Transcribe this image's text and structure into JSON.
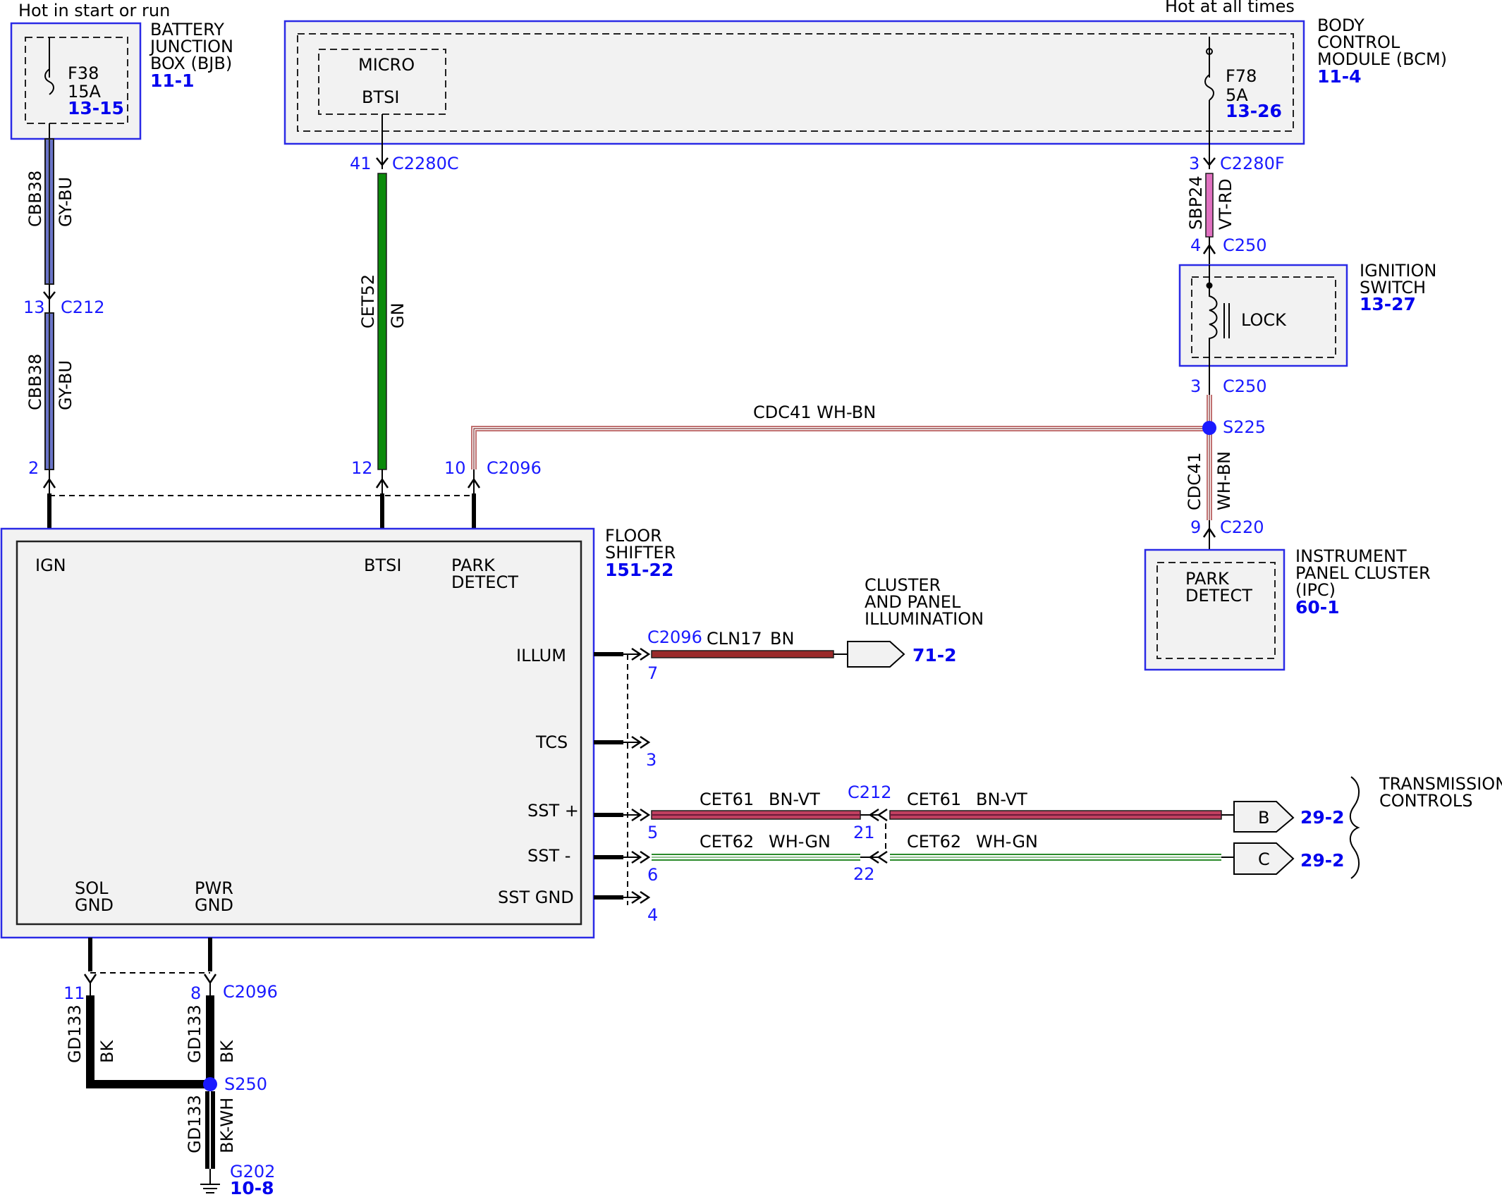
{
  "headers": {
    "hot_start_run": "Hot in start or run",
    "hot_all_times": "Hot at all times"
  },
  "bjb": {
    "name_line1": "BATTERY",
    "name_line2": "JUNCTION",
    "name_line3": "BOX (BJB)",
    "ref": "11-1",
    "fuse_id": "F38",
    "fuse_rating": "15A",
    "fuse_ref": "13-15"
  },
  "bcm": {
    "name_line1": "BODY",
    "name_line2": "CONTROL",
    "name_line3": "MODULE (BCM)",
    "ref": "11-4",
    "micro_label": "MICRO",
    "btsi_label": "BTSI",
    "fuse_id": "F78",
    "fuse_rating": "5A",
    "fuse_ref": "13-26"
  },
  "ignition_switch": {
    "name_line1": "IGNITION",
    "name_line2": "SWITCH",
    "ref": "13-27",
    "lock_label": "LOCK"
  },
  "ipc": {
    "name_line1": "INSTRUMENT",
    "name_line2": "PANEL CLUSTER",
    "name_line3": "(IPC)",
    "ref": "60-1",
    "park_line1": "PARK",
    "park_line2": "DETECT"
  },
  "floor_shifter": {
    "name_line1": "FLOOR",
    "name_line2": "SHIFTER",
    "ref": "151-22",
    "pins": {
      "ign": "IGN",
      "btsi": "BTSI",
      "park_line1": "PARK",
      "park_line2": "DETECT",
      "illum": "ILLUM",
      "tcs": "TCS",
      "sst_plus": "SST +",
      "sst_minus": "SST -",
      "sst_gnd": "SST GND",
      "sol_line1": "SOL",
      "sol_line2": "GND",
      "pwr_line1": "PWR",
      "pwr_line2": "GND"
    }
  },
  "wires": {
    "cbb38": "CBB38",
    "gy_bu": "GY-BU",
    "cet52": "CET52",
    "gn": "GN",
    "sbp24": "SBP24",
    "vt_rd": "VT-RD",
    "cdc41": "CDC41",
    "wh_bn": "WH-BN",
    "cdc41_full": "CDC41  WH-BN",
    "cln17": "CLN17",
    "bn": "BN",
    "cet61": "CET61",
    "bn_vt": "BN-VT",
    "cet62": "CET62",
    "wh_gn": "WH-GN",
    "gd133": "GD133",
    "bk": "BK",
    "bk_wh": "BK-WH"
  },
  "connectors": {
    "c2280c": "C2280C",
    "c2280f": "C2280F",
    "c212": "C212",
    "c250": "C250",
    "c2096": "C2096",
    "c220": "C220",
    "s225": "S225",
    "s250": "S250",
    "g202": "G202"
  },
  "pins": {
    "p41": "41",
    "p3": "3",
    "p13": "13",
    "p4": "4",
    "p2": "2",
    "p12": "12",
    "p10": "10",
    "p9": "9",
    "p7": "7",
    "p5": "5",
    "p6": "6",
    "p21": "21",
    "p22": "22",
    "p11": "11",
    "p8": "8"
  },
  "destinations": {
    "cluster_line1": "CLUSTER",
    "cluster_line2": "AND PANEL",
    "cluster_line3": "ILLUMINATION",
    "cluster_ref": "71-2",
    "trans_line1": "TRANSMISSION",
    "trans_line2": "CONTROLS",
    "b_label": "B",
    "b_ref": "29-2",
    "c_label": "C",
    "c_ref": "29-2",
    "g202_ref": "10-8"
  },
  "colors": {
    "module_border": "#2a2ae6",
    "gy_bu": "#6a74c8",
    "gn": "#0a8a0a",
    "vt_rd": "#e070c0",
    "bn": "#9a2a2a",
    "splice": "#1a1aff"
  }
}
